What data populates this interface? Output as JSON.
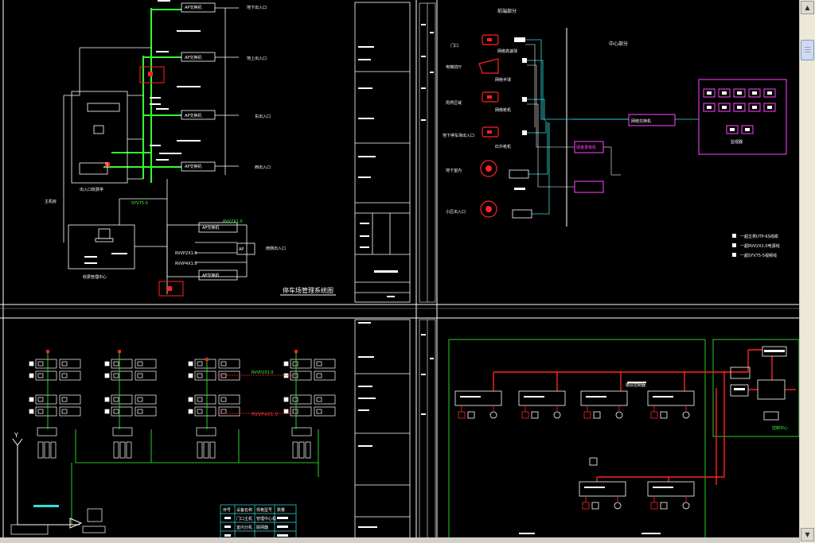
{
  "labels": {
    "q1_title": "停车场管理系统图",
    "q1_left_note": "主机房",
    "q1_bottom_note": "收费管理中心",
    "q1_main_station": "出入口收费亭",
    "q1_entries": [
      "地下出入口",
      "地上出入口",
      "东出入口",
      "西出入口",
      "南侧出入口"
    ],
    "q2_front_title": "前端部分",
    "q2_center_title": "中心部分",
    "q2_front_labels": [
      "门口",
      "电梯前厅",
      "周界区域",
      "地下停车场出入口",
      "地下室内",
      "小区出入口"
    ],
    "q2_device_labels": [
      "网络高速球",
      "网络半球",
      "网络枪机",
      "红外枪机"
    ],
    "q2_network_label": "网络交换机",
    "q2_server_label": "硬盘录像机",
    "q2_wall_label": "监视器",
    "q2_legend": [
      "一超五类UTP-6S线缆",
      "一超RVV2X1.0电源线",
      "一超SYV75-5视频线"
    ],
    "q3_cable_labels": [
      "RVVP2X1.0",
      "RVVP4X1.0"
    ],
    "q3_axis_label": "Y",
    "q3_table_headers": [
      "序号",
      "设备名称",
      "规格型号",
      "数量"
    ],
    "q3_table_rows": [
      "门口主机",
      "室内分机",
      "管理中心机",
      "联网器"
    ],
    "q4_label_center": "控制中心",
    "q4_label_right": "楼层控制器"
  },
  "colors": {
    "background": "#000000",
    "line_white": "#ffffff",
    "line_green": "#33ff33",
    "line_red": "#ff2222",
    "line_magenta": "#ff44ff",
    "line_cyan": "#33dddd",
    "line_yellow": "#ffff66"
  },
  "scrollbar": {
    "up_icon": "▲",
    "down_icon": "▼"
  }
}
